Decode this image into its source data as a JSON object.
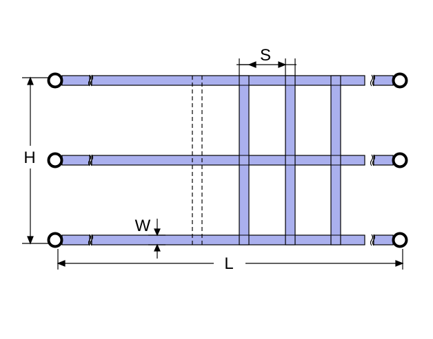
{
  "diagram": {
    "labels": {
      "spacing": "S",
      "height": "H",
      "width": "W",
      "length": "L"
    },
    "colors": {
      "bar_fill": "#aab0ee",
      "stroke": "#000000",
      "background": "#ffffff"
    }
  }
}
